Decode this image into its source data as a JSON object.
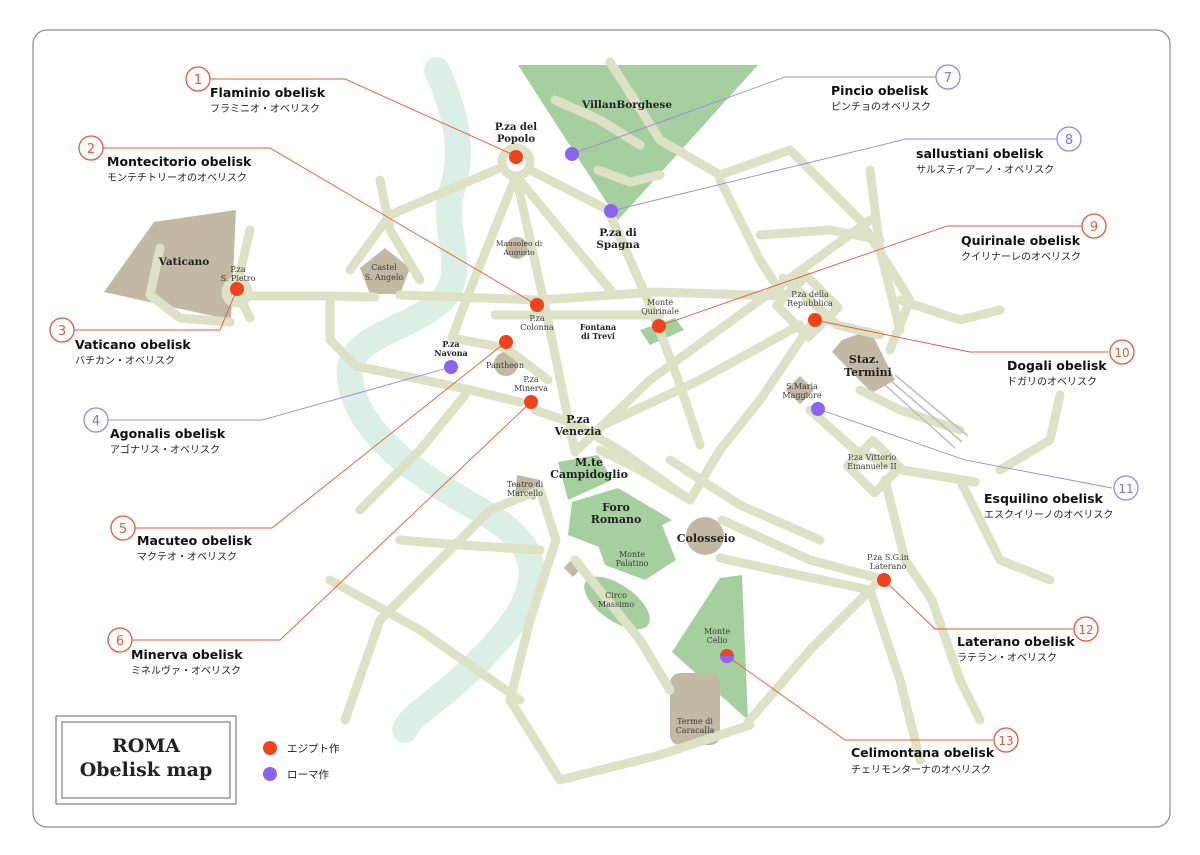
{
  "map_title": {
    "line1": "ROMA",
    "line2": "Obelisk map"
  },
  "legend": [
    {
      "label": "エジプト作",
      "color": "#f0421c"
    },
    {
      "label": "ローマ作",
      "color": "#8c63f0"
    }
  ],
  "places": {
    "villa_borghese": "VillanBorghese",
    "vaticano": "Vaticano",
    "pza_popolo_1": "P.za del",
    "pza_popolo_2": "Popolo",
    "pza_spagna_1": "P.za di",
    "pza_spagna_2": "Spagna",
    "pza_pietro_1": "P.za",
    "pza_pietro_2": "S. Pietro",
    "castel_1": "Castel",
    "castel_2": "S. Angelo",
    "mausoleo_1": "Mausoleo di",
    "mausoleo_2": "Augusto",
    "pza_colonna_1": "P.za",
    "pza_colonna_2": "Colonna",
    "fontana_1": "Fontana",
    "fontana_2": "di Trevi",
    "monte_quirinale_1": "Monte",
    "monte_quirinale_2": "Quirinale",
    "pza_repubblica_1": "P.za della",
    "pza_repubblica_2": "Repubblica",
    "staz_1": "Staz.",
    "staz_2": "Termini",
    "pza_navona_1": "P.za",
    "pza_navona_2": "Navona",
    "pantheon": "Pantheon",
    "pza_minerva_1": "P.za",
    "pza_minerva_2": "Minerva",
    "pza_venezia_1": "P.za",
    "pza_venezia_2": "Venezia",
    "smaria_1": "S.Maria",
    "smaria_2": "Maggiore",
    "pza_vittorio_1": "P.za Vittorio",
    "pza_vittorio_2": "Emanuele II",
    "campidoglio_1": "M.te",
    "campidoglio_2": "Campidoglio",
    "teatro_1": "Teatro di",
    "teatro_2": "Marcello",
    "foro_1": "Foro",
    "foro_2": "Romano",
    "colosseo": "Colosseio",
    "palatino_1": "Monte",
    "palatino_2": "Palatino",
    "circo_1": "Circo",
    "circo_2": "Massimo",
    "laterano_1": "P.za S.G.in",
    "laterano_2": "Laterano",
    "celio_1": "Monte",
    "celio_2": "Celio",
    "terme_1": "Terme di",
    "terme_2": "Caracalla"
  },
  "obelisks": [
    {
      "num": "1",
      "name": "Flaminio obelisk",
      "jp": "フラミニオ・オベリスク",
      "type": "egypt"
    },
    {
      "num": "2",
      "name": "Montecitorio obelisk",
      "jp": "モンテチトリーオのオベリスク",
      "type": "egypt"
    },
    {
      "num": "3",
      "name": "Vaticano obelisk",
      "jp": "バチカン・オベリスク",
      "type": "egypt"
    },
    {
      "num": "4",
      "name": "Agonalis obelisk",
      "jp": "アゴナリス・オベリスク",
      "type": "roman"
    },
    {
      "num": "5",
      "name": "Macuteo obelisk",
      "jp": "マクテオ・オベリスク",
      "type": "egypt"
    },
    {
      "num": "6",
      "name": "Minerva obelisk",
      "jp": "ミネルヴァ・オベリスク",
      "type": "egypt"
    },
    {
      "num": "7",
      "name": "Pincio obelisk",
      "jp": "ピンチョのオベリスク",
      "type": "roman"
    },
    {
      "num": "8",
      "name": "sallustiani obelisk",
      "jp": "サルスティアーノ・オベリスク",
      "type": "roman"
    },
    {
      "num": "9",
      "name": "Quirinale obelisk",
      "jp": "クイリナーレのオベリスク",
      "type": "egypt"
    },
    {
      "num": "10",
      "name": "Dogali obelisk",
      "jp": "ドガリのオベリスク",
      "type": "egypt"
    },
    {
      "num": "11",
      "name": "Esquilino obelisk",
      "jp": "エスクイリーノのオベリスク",
      "type": "roman"
    },
    {
      "num": "12",
      "name": "Laterano obelisk",
      "jp": "ラテラン・オベリスク",
      "type": "egypt"
    },
    {
      "num": "13",
      "name": "Celimontana obelisk",
      "jp": "チェリモンターナのオベリスク",
      "type": "egypt"
    }
  ]
}
